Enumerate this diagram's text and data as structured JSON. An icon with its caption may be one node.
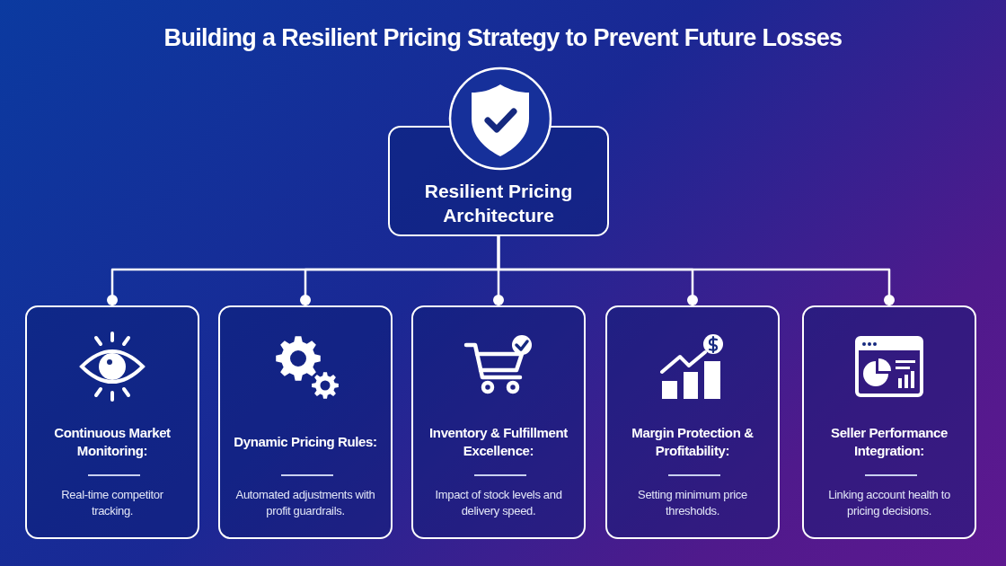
{
  "diagram": {
    "title": "Building a Resilient Pricing Strategy to Prevent Future Losses",
    "nodes": [
      {
        "text": [
          "Resilient Pricing Architecture"
        ]
      },
      {
        "text": [
          "Continuous Market Monitoring:",
          "Real-time competitor tracking."
        ]
      },
      {
        "text": [
          "Dynamic Pricing Rules:",
          "Automated adjustments with profit guardrails."
        ]
      },
      {
        "text": [
          "Inventory & Fulfillment Excellence:",
          "Impact of stock levels and delivery speed."
        ]
      },
      {
        "text": [
          "Margin Protection & Profitability:",
          "Setting minimum price thresholds."
        ]
      },
      {
        "text": [
          "Seller Performance Integration:",
          "Linking account health to pricing decisions."
        ]
      }
    ],
    "edges": [
      {
        "from": 0,
        "to": 1,
        "arrow": "other"
      },
      {
        "from": 0,
        "to": 2,
        "arrow": "other"
      },
      {
        "from": 0,
        "to": 3,
        "arrow": "other"
      },
      {
        "from": 0,
        "to": 4,
        "arrow": "other"
      },
      {
        "from": 0,
        "to": 5,
        "arrow": "other"
      }
    ]
  }
}
